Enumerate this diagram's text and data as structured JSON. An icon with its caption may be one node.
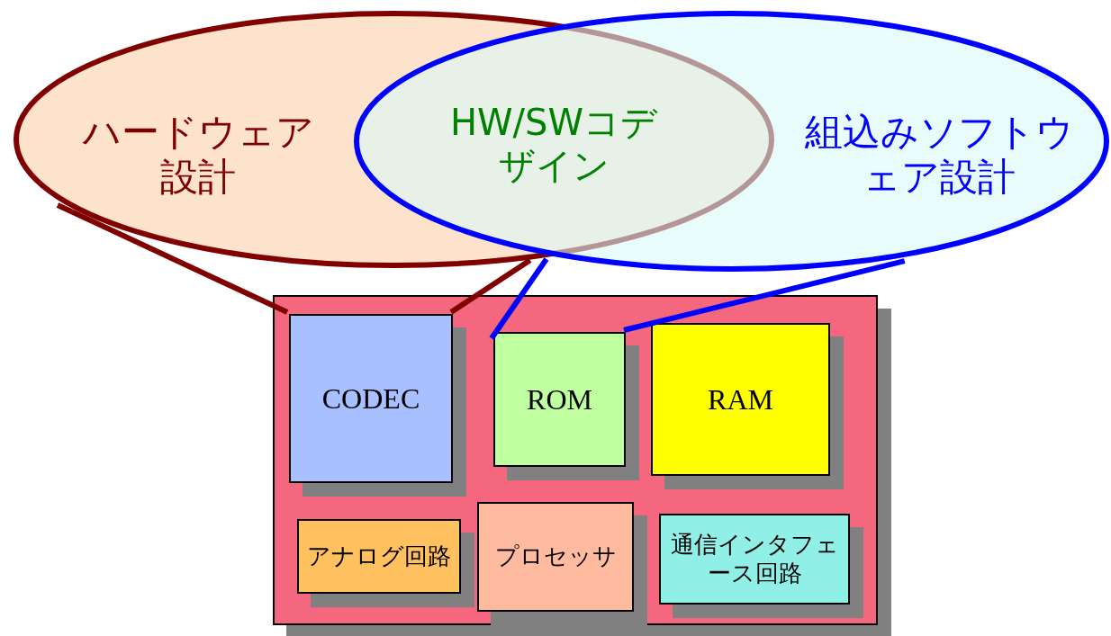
{
  "diagram": {
    "nodes": [
      {
        "text": [
          "ハードウェア設計"
        ]
      },
      {
        "text": [
          "組込みソフトウェア設計"
        ]
      },
      {
        "text": [],
        "shape": "box"
      },
      {
        "text": [
          "CODEC"
        ],
        "in": 2
      },
      {
        "text": [
          "ROM"
        ],
        "in": 2
      },
      {
        "text": [
          "RAM"
        ],
        "in": 2
      },
      {
        "text": [
          "アナログ回路"
        ],
        "in": 2
      },
      {
        "text": [
          "プロセッサ"
        ],
        "in": 2
      },
      {
        "text": [
          "通信インタフェース回路"
        ],
        "in": 2
      }
    ],
    "edges": [
      {
        "from": 0,
        "to": 3,
        "arrow": "none",
        "color": "#800000"
      },
      {
        "from": 0,
        "to": 3,
        "arrow": "none",
        "color": "#800000"
      },
      {
        "from": 1,
        "to": 4,
        "arrow": "none",
        "color": "#0000ff"
      },
      {
        "from": 1,
        "to": 4,
        "arrow": "none",
        "color": "#0000ff"
      }
    ],
    "labels": [
      "HW/SWコデザイン"
    ]
  }
}
